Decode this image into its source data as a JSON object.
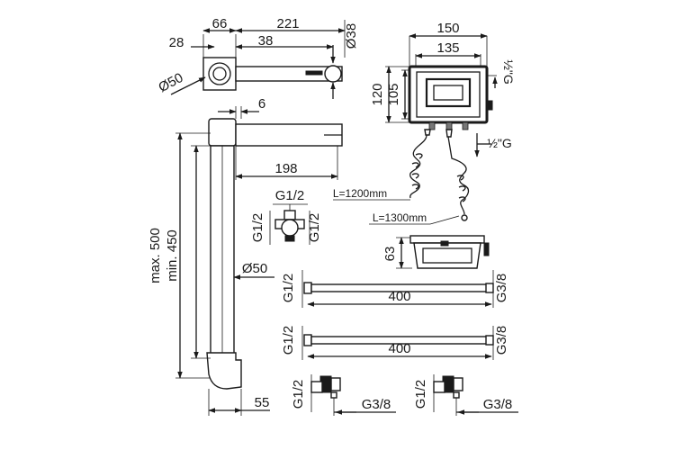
{
  "dims": {
    "spout_66": "66",
    "spout_221": "221",
    "spout_d38": "Ø38",
    "spout_28": "28",
    "spout_38": "38",
    "spout_d50": "Ø50",
    "box_150": "150",
    "box_135": "135",
    "box_120": "120",
    "box_105": "105",
    "box_half_g_top": "½\"G",
    "box_half_g_side": "½\"G",
    "side_6": "6",
    "side_198": "198",
    "pipe_max": "max. 500",
    "pipe_min": "min. 450",
    "pipe_d50": "Ø50",
    "pipe_55": "55",
    "cable_1200": "L=1200mm",
    "cable_1300": "L=1300mm",
    "valve_top": "G1/2",
    "valve_left": "G1/2",
    "valve_right": "G1/2",
    "height_63": "63",
    "hose1_left": "G1/2",
    "hose1_right": "G3/8",
    "hose1_len": "400",
    "hose2_left": "G1/2",
    "hose2_right": "G3/8",
    "hose2_len": "400",
    "fit1_left": "G1/2",
    "fit1_right": "G3/8",
    "fit2_left": "G1/2",
    "fit2_right": "G3/8"
  }
}
